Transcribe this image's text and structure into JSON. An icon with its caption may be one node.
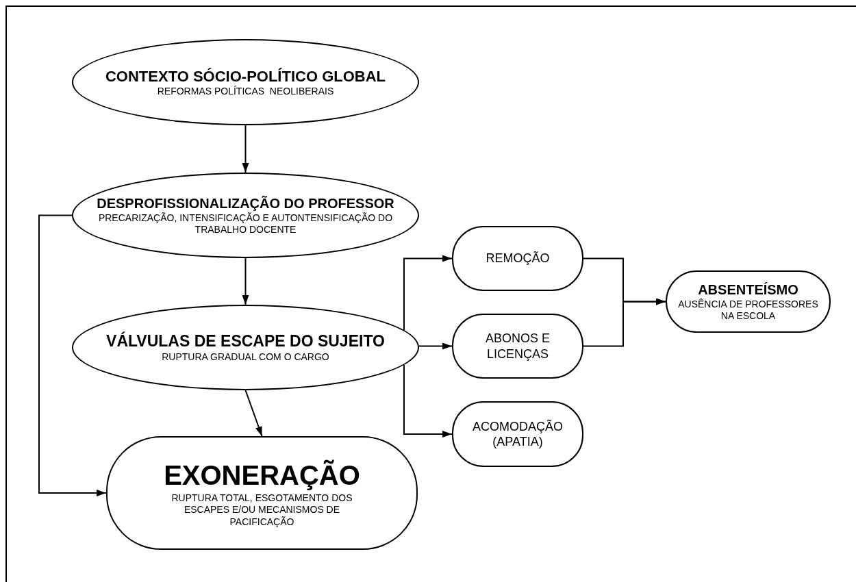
{
  "diagram": {
    "nodes": [
      {
        "text": [
          "CONTEXTO SÓCIO-POLÍTICO GLOBAL",
          "REFORMAS POLÍTICAS  NEOLIBERAIS"
        ]
      },
      {
        "text": [
          "DESPROFISSIONALIZAÇÃO DO PROFESSOR",
          "PRECARIZAÇÃO, INTENSIFICAÇÃO E AUTONTENSIFICAÇÃO DO TRABALHO DOCENTE"
        ]
      },
      {
        "text": [
          "VÁLVULAS DE ESCAPE DO SUJEITO",
          "RUPTURA GRADUAL COM O CARGO"
        ]
      },
      {
        "text": [
          "EXONERAÇÃO",
          "RUPTURA TOTAL, ESGOTAMENTO DOS ESCAPES E/OU MECANISMOS DE PACIFICAÇÃO"
        ]
      },
      {
        "text": [
          "REMOÇÃO"
        ]
      },
      {
        "text": [
          "ABONOS E LICENÇAS"
        ]
      },
      {
        "text": [
          "ACOMODAÇÃO (APATIA)"
        ]
      },
      {
        "text": [
          "ABSENTEÍSMO",
          "AUSÊNCIA DE PROFESSORES NA ESCOLA"
        ]
      }
    ],
    "edges": [
      {
        "from": 0,
        "to": 1,
        "arrow": "to"
      },
      {
        "from": 1,
        "to": 2,
        "arrow": "to"
      },
      {
        "from": 2,
        "to": 3,
        "arrow": "to"
      },
      {
        "from": 1,
        "to": 3,
        "arrow": "to"
      },
      {
        "from": 2,
        "to": 4,
        "arrow": "to"
      },
      {
        "from": 2,
        "to": 5,
        "arrow": "to"
      },
      {
        "from": 2,
        "to": 6,
        "arrow": "to"
      },
      {
        "from": 4,
        "to": 7,
        "arrow": "to"
      },
      {
        "from": 5,
        "to": 7,
        "arrow": "to"
      }
    ]
  }
}
